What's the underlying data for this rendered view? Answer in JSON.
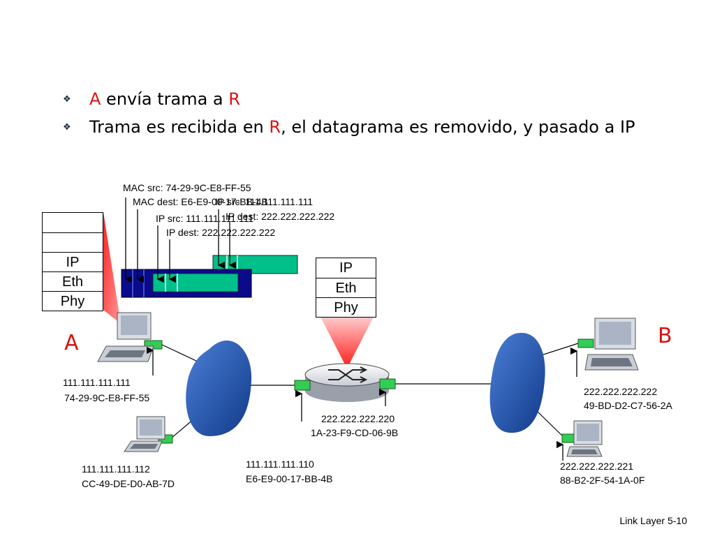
{
  "bullets": [
    {
      "parts": [
        "",
        "A",
        " envía trama a ",
        "R",
        ""
      ]
    },
    {
      "parts": [
        "Trama es recibida en ",
        "R",
        ", el datagrama es removido, y pasado a IP"
      ]
    }
  ],
  "frame_labels": {
    "mac_src": "MAC src: 74-29-9C-E8-FF-55",
    "mac_dest": "MAC dest: E6-E9-00-17-BB-4B",
    "ip_src_outer": "IP src: 111.111.111.111",
    "ip_dest_outer": "IP dest: 222.222.222.222",
    "ip_src_inner": "IP src: 111.111.111.111",
    "ip_dest_inner": "IP dest: 222.222.222.222"
  },
  "host_a_stack": [
    "",
    "",
    "IP",
    "Eth",
    "Phy"
  ],
  "router_stack": [
    "IP",
    "Eth",
    "Phy"
  ],
  "node_labels": {
    "a": "A",
    "b": "B"
  },
  "addresses": {
    "host_a_ip": "111.111.111.111",
    "host_a_mac": "74-29-9C-E8-FF-55",
    "host_a2_ip": "111.111.111.112",
    "host_a2_mac": "CC-49-DE-D0-AB-7D",
    "router_left_ip": "111.111.111.110",
    "router_left_mac": "E6-E9-00-17-BB-4B",
    "router_right_ip": "222.222.222.220",
    "router_right_mac": "1A-23-F9-CD-06-9B",
    "host_b_ip": "222.222.222.222",
    "host_b_mac": "49-BD-D2-C7-56-2A",
    "host_b2_ip": "222.222.222.221",
    "host_b2_mac": "88-B2-2F-54-1A-0F"
  },
  "footer": {
    "text": "Link Layer  5-10"
  },
  "colors": {
    "accent": "#dd1111",
    "frame": "#0a0a8c",
    "packet": "#00c08a",
    "nic": "#33cc55"
  }
}
